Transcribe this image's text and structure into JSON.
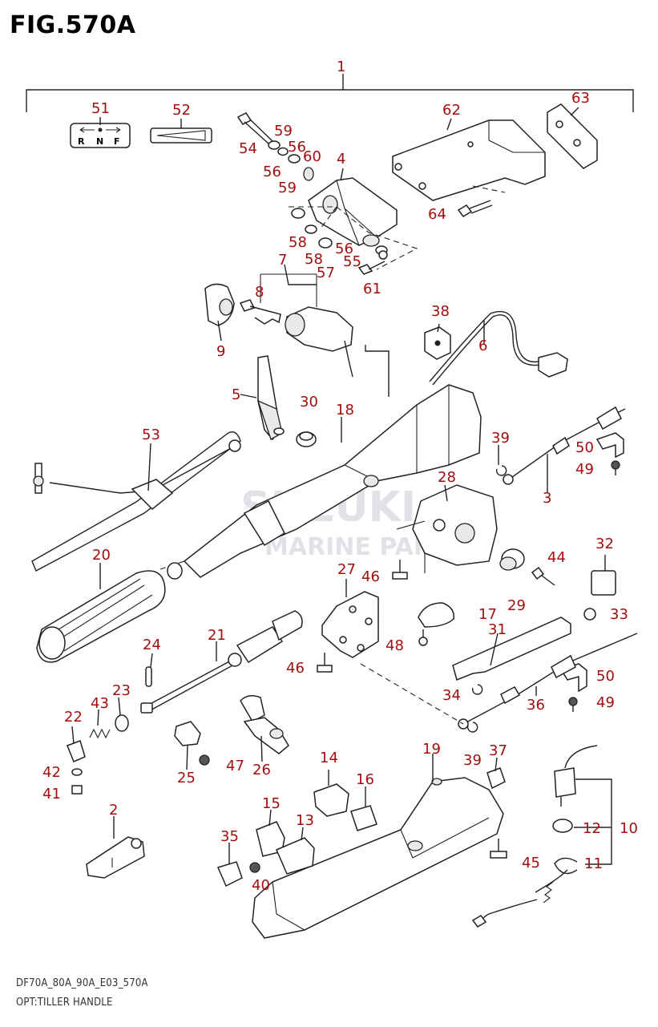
{
  "figure": {
    "title": "FIG.570A",
    "footer_model": "DF70A_80A_90A_E03_570A",
    "footer_caption": "OPT:TILLER HANDLE"
  },
  "watermark": {
    "brand": "SUZUKI",
    "sub": "MARINE PARTS"
  },
  "callouts": {
    "c1": "1",
    "c2": "2",
    "c3": "3",
    "c4": "4",
    "c5": "5",
    "c6": "6",
    "c7": "7",
    "c8": "8",
    "c9": "9",
    "c10": "10",
    "c11": "11",
    "c12": "12",
    "c13": "13",
    "c14": "14",
    "c15": "15",
    "c16": "16",
    "c17": "17",
    "c18": "18",
    "c19": "19",
    "c20": "20",
    "c21": "21",
    "c22": "22",
    "c23": "23",
    "c24": "24",
    "c25": "25",
    "c26": "26",
    "c27": "27",
    "c28": "28",
    "c29": "29",
    "c30": "30",
    "c31": "31",
    "c32": "32",
    "c33": "33",
    "c34": "34",
    "c35": "35",
    "c36": "36",
    "c37": "37",
    "c38": "38",
    "c39": "39",
    "c40": "40",
    "c41": "41",
    "c42": "42",
    "c43": "43",
    "c44": "44",
    "c45": "45",
    "c46": "46",
    "c47": "47",
    "c48": "48",
    "c49": "49",
    "c50": "50",
    "c51": "51",
    "c52": "52",
    "c53": "53",
    "c54": "54",
    "c55": "55",
    "c56": "56",
    "c57": "57",
    "c58": "58",
    "c59": "59",
    "c60": "60",
    "c61": "61",
    "c62": "62",
    "c63": "63",
    "c64": "64"
  },
  "shift_label": {
    "r": "R",
    "n": "N",
    "f": "F"
  },
  "colors": {
    "callout": "#a30f0f",
    "line": "#222222"
  }
}
